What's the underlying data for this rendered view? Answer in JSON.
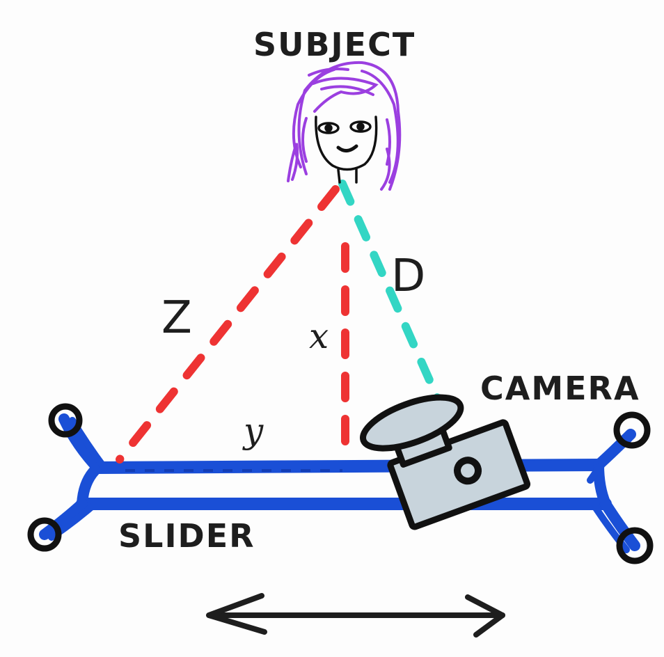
{
  "labels": {
    "subject": "SUBJECT",
    "camera": "CAMERA",
    "slider": "SLIDER",
    "z": "Z",
    "x": "x",
    "y": "y",
    "d": "D"
  },
  "colors": {
    "background": "#fdfdfd",
    "slider": "#1a4fd6",
    "hinge": "#111111",
    "red_dashes": "#ee3333",
    "teal_dashes": "#33d6c4",
    "hair": "#9b3fe0",
    "camera_fill": "#c8d4dc",
    "ink": "#1e1e1e"
  }
}
